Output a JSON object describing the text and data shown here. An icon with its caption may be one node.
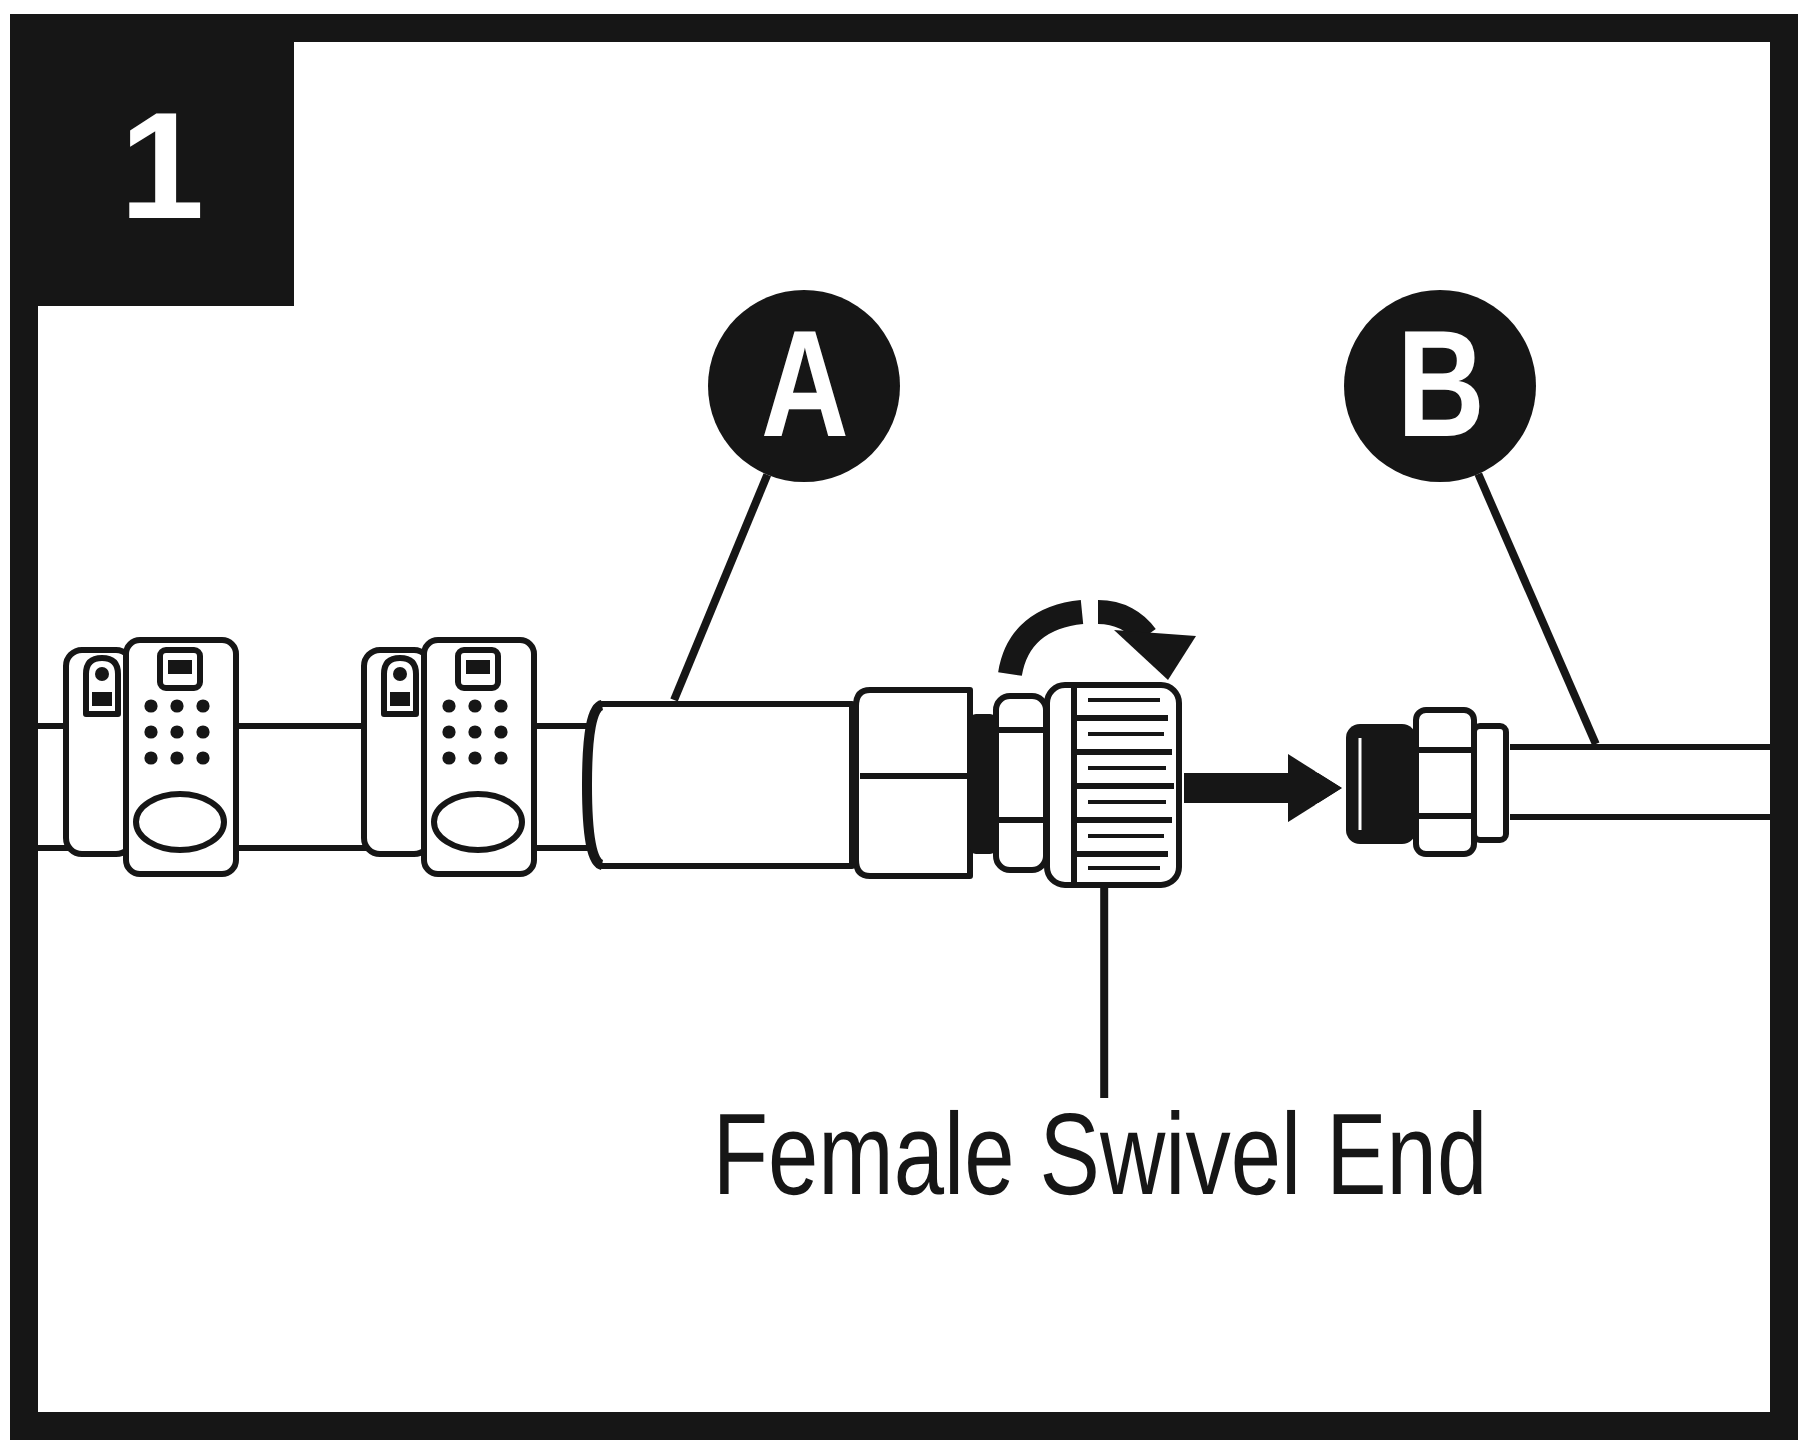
{
  "diagram": {
    "nodes": [
      {
        "text": [
          "1"
        ]
      },
      {
        "text": [
          "A"
        ]
      },
      {
        "text": [
          "B"
        ]
      },
      {
        "text": [],
        "shape": "picture"
      },
      {
        "text": [],
        "shape": "picture"
      },
      {
        "text": [],
        "shape": "picture"
      },
      {
        "text": [],
        "shape": "picture"
      },
      {
        "text": [
          "Female Swivel End"
        ]
      }
    ],
    "edges": [
      {
        "from": 1,
        "to": 3,
        "arrow": "none"
      },
      {
        "from": 2,
        "to": 6,
        "arrow": "none"
      },
      {
        "from": 7,
        "to": 4,
        "arrow": "none"
      },
      {
        "from": 4,
        "to": 5,
        "arrow": "to",
        "style": "thick"
      }
    ]
  }
}
